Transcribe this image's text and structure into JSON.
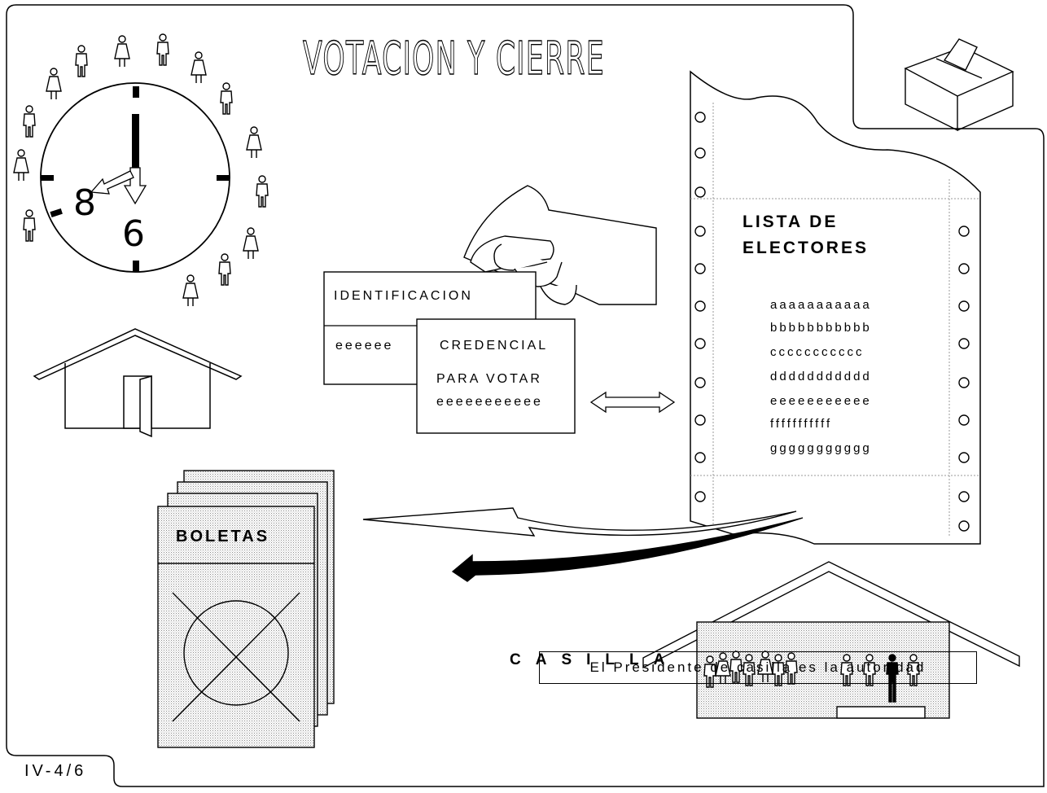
{
  "title": "VOTACION Y CIERRE",
  "clock": {
    "hour_label": "8",
    "six_label": "6"
  },
  "id_card": {
    "label": "IDENTIFICACION",
    "filler": "eeeeee"
  },
  "credencial": {
    "line1": "CREDENCIAL",
    "line2": "PARA VOTAR",
    "filler": "eeeeeeeeeee"
  },
  "lista": {
    "heading_line1": "LISTA DE",
    "heading_line2": "ELECTORES",
    "entries": [
      "aaaaaaaaaaa",
      "bbbbbbbbbbb",
      "ccccccccccc",
      "ddddddddddd",
      "eeeeeeeeeee",
      "fffffffffff",
      "ggggggggggg"
    ]
  },
  "boletas": "BOLETAS",
  "casilla": "CASILLA",
  "caption": "El Presidente de casilla es la autoridad",
  "page_code": "IV-4/6",
  "icons": [
    "clock-icon",
    "voter-figure-icon",
    "house-icon",
    "hand-icon",
    "ballot-box-icon",
    "double-arrow-icon",
    "curved-arrow-icon",
    "polling-station-icon"
  ]
}
